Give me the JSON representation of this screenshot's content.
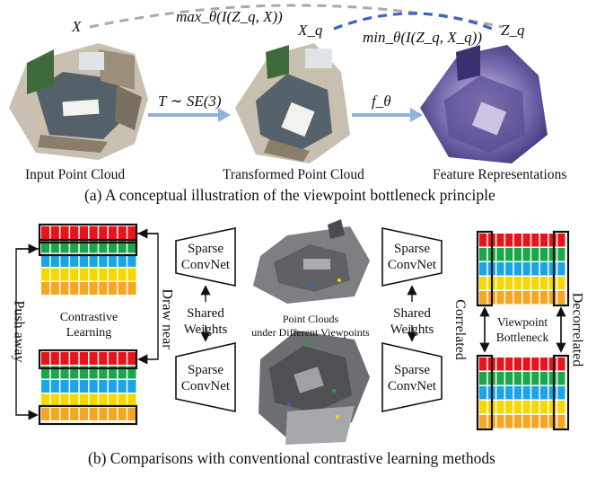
{
  "panel_a": {
    "var_x": "X",
    "var_xq": "X_q",
    "var_zq": "Z_q",
    "max_formula": "max_θ(I(Z_q, X))",
    "min_formula": "min_θ(I(Z_q, X_q))",
    "transform_label": "T ∼ SE(3)",
    "encoder_label": "f_θ",
    "input_label": "Input Point Cloud",
    "transformed_label": "Transformed Point Cloud",
    "feature_label": "Feature Representations",
    "caption": "(a) A conceptual illustration of the viewpoint bottleneck principle"
  },
  "panel_b": {
    "push_away": "Push away",
    "draw_near": "Draw near",
    "contrastive_line1": "Contrastive",
    "contrastive_line2": "Learning",
    "sparse_line1": "Sparse",
    "sparse_line2": "ConvNet",
    "shared_line1": "Shared",
    "shared_line2": "Weights",
    "point_clouds_line1": "Point Clouds",
    "point_clouds_line2": "under Different Viewpoints",
    "correlated": "Correlated",
    "decorrelated": "Decorrelated",
    "bottleneck_line1": "Viewpoint",
    "bottleneck_line2": "Bottleneck",
    "caption": "(b) Comparisons with conventional contrastive learning methods"
  },
  "colors": {
    "red": "#e8141c",
    "green": "#1ca64b",
    "blue": "#1ca4e8",
    "yellow": "#f5d800",
    "orange": "#f5a623",
    "arrow_blue": "#8fb2dc",
    "dash_gray": "#aaaaaa",
    "dash_blue": "#3b63c8"
  }
}
